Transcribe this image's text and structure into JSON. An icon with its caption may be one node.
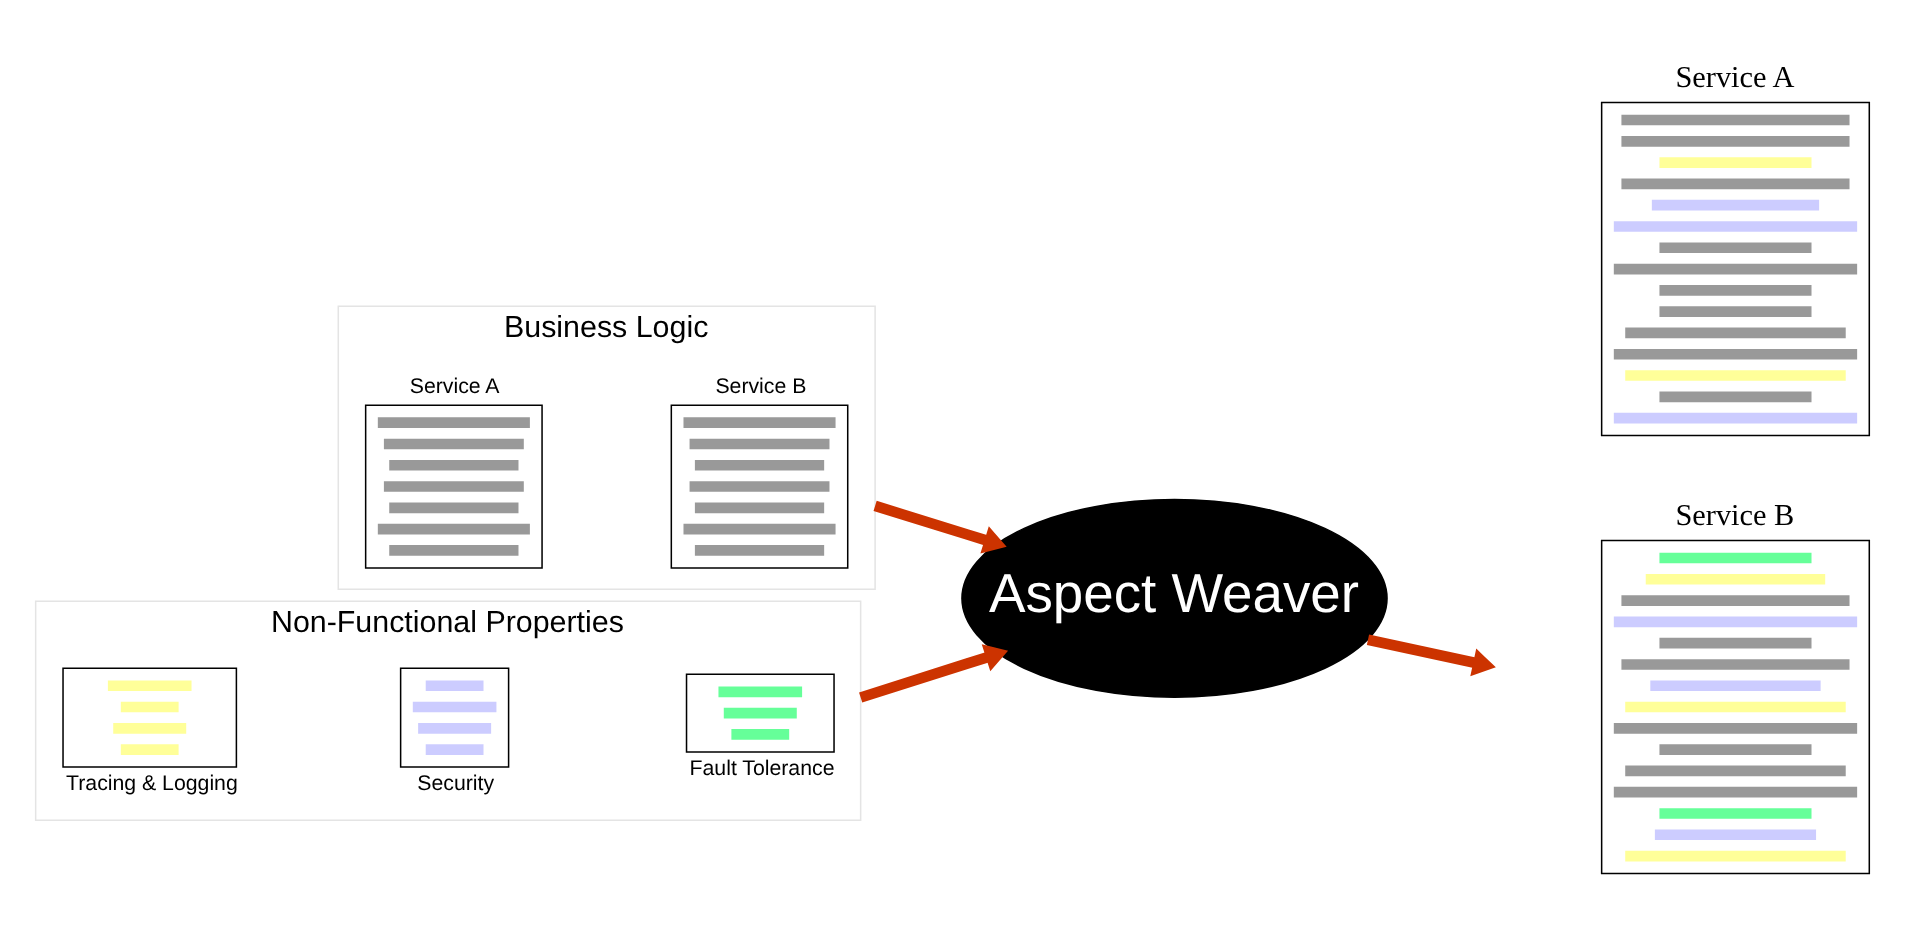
{
  "diagram": {
    "nodes": [
      {
        "text": [
          "Business Logic"
        ]
      },
      {
        "text": [
          "Service A"
        ],
        "in": 0
      },
      {
        "text": [
          "Service B"
        ],
        "in": 0
      },
      {
        "text": [
          "Non-Functional Properties"
        ]
      },
      {
        "text": [
          "Tracing & Logging"
        ],
        "in": 3
      },
      {
        "text": [
          "Security"
        ],
        "in": 3
      },
      {
        "text": [
          "Fault Tolerance"
        ],
        "in": 3
      },
      {
        "text": [
          "Aspect Weaver"
        ]
      },
      {
        "text": [
          "Service A"
        ]
      },
      {
        "text": [
          "Service B"
        ]
      }
    ],
    "edges": [
      {
        "from": 0,
        "to": 7,
        "arrow": "to"
      },
      {
        "from": 3,
        "to": 7,
        "arrow": "to"
      },
      {
        "from": 7,
        "to": null,
        "arrow": "to"
      }
    ]
  }
}
